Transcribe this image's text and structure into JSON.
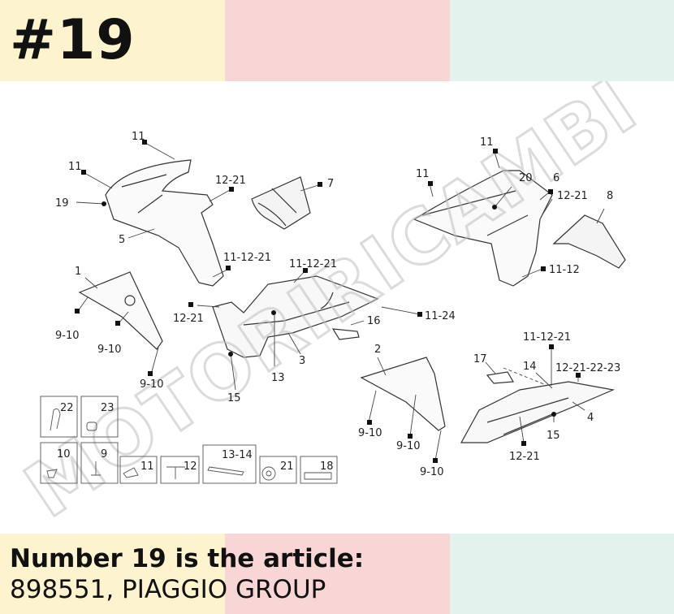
{
  "header": {
    "number_label": "#19"
  },
  "colors": {
    "yellow": "#fdf3cf",
    "pink": "#f9d6d6",
    "mint": "#e2f2ec",
    "watermark": "#c8c8c8"
  },
  "diagram": {
    "watermark_text": "MOTORIRICAMBI",
    "callouts": [
      "11",
      "11",
      "19",
      "5",
      "12-21",
      "7",
      "11-12-21",
      "1",
      "9-10",
      "9-10",
      "9-10",
      "11-12-21",
      "12-21",
      "13",
      "15",
      "3",
      "16",
      "11-24",
      "11",
      "11",
      "20",
      "6",
      "12-21",
      "8",
      "11-12",
      "2",
      "9-10",
      "9-10",
      "9-10",
      "17",
      "14",
      "11-12-21",
      "12-21-22-23",
      "4",
      "15",
      "12-21"
    ],
    "legend": [
      "22",
      "23",
      "10",
      "9",
      "11",
      "12",
      "13-14",
      "21",
      "18"
    ]
  },
  "caption": {
    "line1": "Number 19 is the article:",
    "line2": "898551, PIAGGIO GROUP"
  }
}
